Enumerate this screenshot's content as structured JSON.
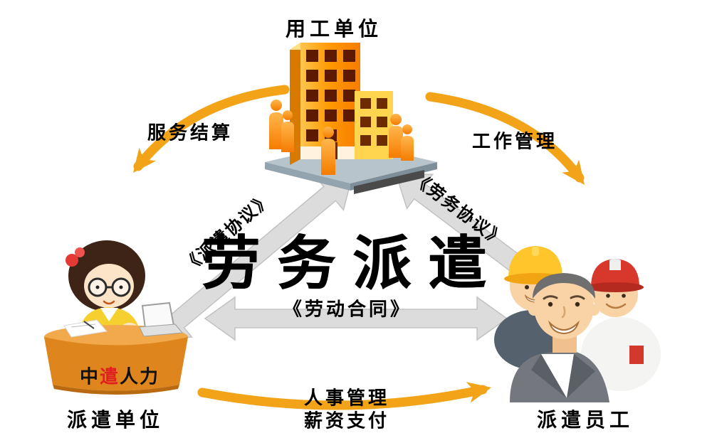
{
  "diagram": {
    "title": "劳务派遣",
    "nodes": {
      "employer": {
        "label": "用工单位"
      },
      "dispatch_unit": {
        "label": "派遣单位",
        "brand": {
          "part1": "中",
          "part2": "遣",
          "part3": "人力"
        }
      },
      "dispatch_staff": {
        "label": "派遣员工"
      }
    },
    "edges": {
      "service_settlement": {
        "label": "服务结算"
      },
      "work_management": {
        "label": "工作管理"
      },
      "dispatch_agreement": {
        "label": "《派遣协议》"
      },
      "labor_service_agreement": {
        "label": "《劳务协议》"
      },
      "labor_contract": {
        "label": "《劳动合同》"
      },
      "hr_management": {
        "label": "人事管理"
      },
      "salary_payment": {
        "label": "薪资支付"
      }
    },
    "colors": {
      "arrow_orange": "#F2A317",
      "arrow_gray": "#DCDCDC",
      "building_orange": "#FF9800",
      "desk_orange": "#DE861D",
      "brand_red": "#E02020",
      "helmet_yellow": "#FFC52A",
      "helmet_red": "#D8372B",
      "suit_gray": "#74787E",
      "text_black": "#000000"
    }
  }
}
